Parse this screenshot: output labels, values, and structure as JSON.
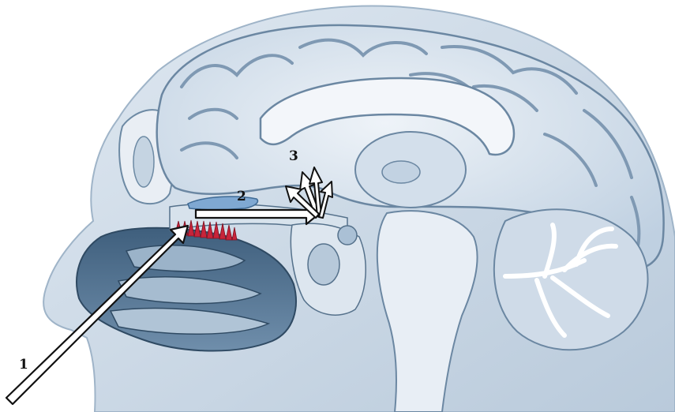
{
  "labels": {
    "one": "1",
    "two": "2",
    "three": "3"
  },
  "colors": {
    "background": "#ffffff",
    "tissue_light": "#e6edf4",
    "tissue_mid": "#c7d5e3",
    "tissue_dark": "#7f98b1",
    "outline": "#4c6880",
    "receptors": "#c8243a",
    "bulb": "#7fa8d2",
    "arrow_fill": "#ffffff",
    "arrow_stroke": "#111111"
  }
}
